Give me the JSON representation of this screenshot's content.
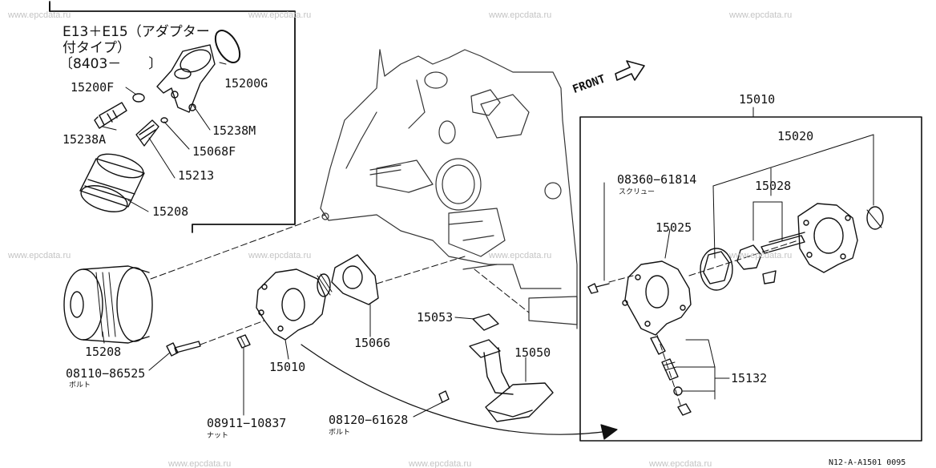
{
  "watermark": "www.epcdata.ru",
  "front_label": "FRONT",
  "inset": {
    "title_line1": "E13＋E15（アダプター",
    "title_line2": "付タイプ）",
    "title_line3": "〔8403－　　〕",
    "labels": {
      "p15200F": "15200F",
      "p15200G": "15200G",
      "p15238A": "15238A",
      "p15238M": "15238M",
      "p15068F": "15068F",
      "p15213": "15213",
      "p15208": "15208"
    }
  },
  "main": {
    "labels": {
      "p15208": "15208",
      "p08110": "08110−86525",
      "p08110_sub": "ボルト",
      "p15010": "15010",
      "p08911": "08911−10837",
      "p08911_sub": "ナット",
      "p15066": "15066",
      "p15053": "15053",
      "p15050": "15050",
      "p08120": "08120−61628",
      "p08120_sub": "ボルト"
    }
  },
  "detail": {
    "labels": {
      "p15010": "15010",
      "p15020": "15020",
      "p08360": "08360−61814",
      "p08360_sub": "スクリュー",
      "p15028": "15028",
      "p15025": "15025",
      "p15132": "15132"
    }
  },
  "figure_ref": "N12-A-A1501 0095"
}
